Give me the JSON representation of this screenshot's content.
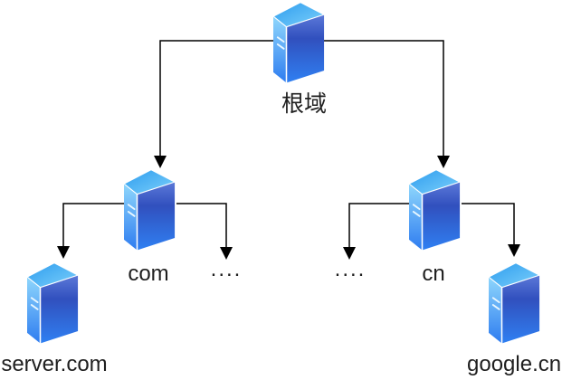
{
  "canvas": {
    "background": "#ffffff"
  },
  "colors": {
    "line": "#000000",
    "text": "#1f1f1f",
    "server_top": [
      "#2D9CEE",
      "#7CD0FB"
    ],
    "server_side": [
      "#8FD7FC",
      "#2E7CF0"
    ],
    "server_front": [
      "#5C79D8",
      "#3150BE",
      "#2F80F2"
    ]
  },
  "nodes": {
    "root": {
      "label": "根域",
      "icon": "server-icon"
    },
    "com": {
      "label": "com",
      "icon": "server-icon"
    },
    "cn": {
      "label": "cn",
      "icon": "server-icon"
    },
    "dots_left": {
      "label": "...."
    },
    "dots_right": {
      "label": "...."
    },
    "server_com": {
      "label": "server.com",
      "icon": "server-icon"
    },
    "google_cn": {
      "label": "google.cn",
      "icon": "server-icon"
    }
  }
}
